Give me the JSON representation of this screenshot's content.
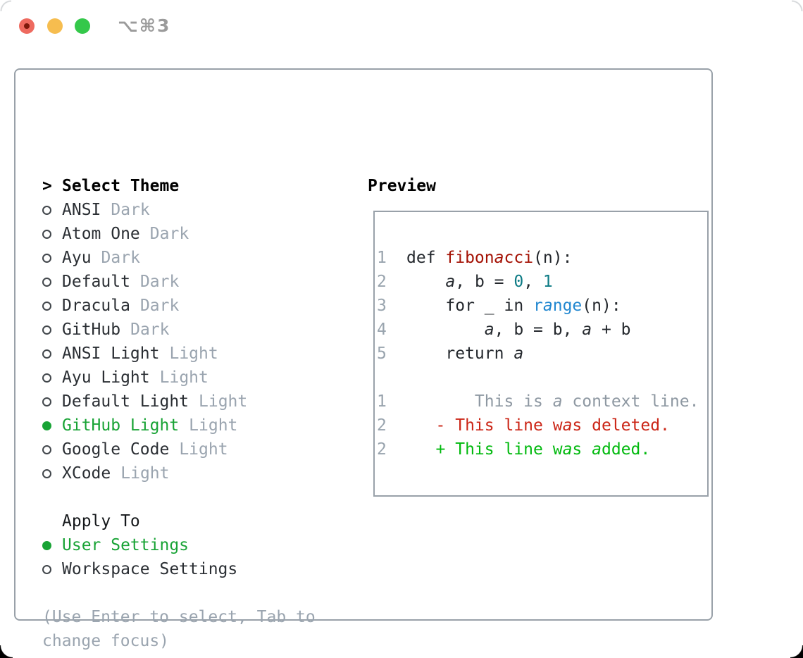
{
  "window": {
    "title": "⌥⌘3"
  },
  "theme_panel": {
    "header_marker": ">",
    "header": "Select Theme",
    "themes": [
      {
        "name": "ANSI",
        "variant": "Dark",
        "selected": false
      },
      {
        "name": "Atom One",
        "variant": "Dark",
        "selected": false
      },
      {
        "name": "Ayu",
        "variant": "Dark",
        "selected": false
      },
      {
        "name": "Default",
        "variant": "Dark",
        "selected": false
      },
      {
        "name": "Dracula",
        "variant": "Dark",
        "selected": false
      },
      {
        "name": "GitHub",
        "variant": "Dark",
        "selected": false
      },
      {
        "name": "ANSI Light",
        "variant": "Light",
        "selected": false
      },
      {
        "name": "Ayu Light",
        "variant": "Light",
        "selected": false
      },
      {
        "name": "Default Light",
        "variant": "Light",
        "selected": false
      },
      {
        "name": "GitHub Light",
        "variant": "Light",
        "selected": true
      },
      {
        "name": "Google Code",
        "variant": "Light",
        "selected": false
      },
      {
        "name": "XCode",
        "variant": "Light",
        "selected": false
      }
    ],
    "apply_to": {
      "header": "Apply To",
      "options": [
        {
          "label": "User Settings",
          "selected": true
        },
        {
          "label": "Workspace Settings",
          "selected": false
        }
      ]
    },
    "hint_lines": [
      "(Use Enter to select, Tab to",
      "change focus)"
    ]
  },
  "preview": {
    "header": "Preview",
    "lines": [
      {
        "num": "1",
        "segments": [
          {
            "text": "def ",
            "color": "code"
          },
          {
            "text": "fibonacci",
            "color": "func"
          },
          {
            "text": "(n):",
            "color": "code"
          }
        ]
      },
      {
        "num": "2",
        "segments": [
          {
            "text": "    a, b = ",
            "color": "code"
          },
          {
            "text": "0",
            "color": "number"
          },
          {
            "text": ", ",
            "color": "code"
          },
          {
            "text": "1",
            "color": "number"
          }
        ]
      },
      {
        "num": "3",
        "segments": [
          {
            "text": "    for _ in ",
            "color": "code"
          },
          {
            "text": "range",
            "color": "builtin"
          },
          {
            "text": "(n):",
            "color": "code"
          }
        ]
      },
      {
        "num": "4",
        "segments": [
          {
            "text": "        a, b = b, a + b",
            "color": "code"
          }
        ]
      },
      {
        "num": "5",
        "segments": [
          {
            "text": "    return a",
            "color": "code"
          }
        ]
      },
      {
        "num": "",
        "segments": []
      },
      {
        "num": "1",
        "segments": [
          {
            "text": "       This is a context line.",
            "color": "context"
          }
        ]
      },
      {
        "num": "2",
        "segments": [
          {
            "text": "   - This line was deleted.",
            "color": "deleted"
          }
        ]
      },
      {
        "num": "2",
        "segments": [
          {
            "text": "   + This line was added.",
            "color": "added"
          }
        ]
      }
    ]
  },
  "colors": {
    "accent_green": "#18a335",
    "diff_added_green": "#00b90d",
    "diff_deleted_red": "#cb2516",
    "function_red": "#a41104",
    "number_teal": "#0d7b85",
    "builtin_blue": "#2187d0",
    "muted_gray": "#9aa4af",
    "border_gray": "#99a1a9",
    "text_dark": "#2a2e33",
    "traffic_red": "#ee6a5f",
    "traffic_yellow": "#f6bd4f",
    "traffic_green": "#34c84a"
  }
}
